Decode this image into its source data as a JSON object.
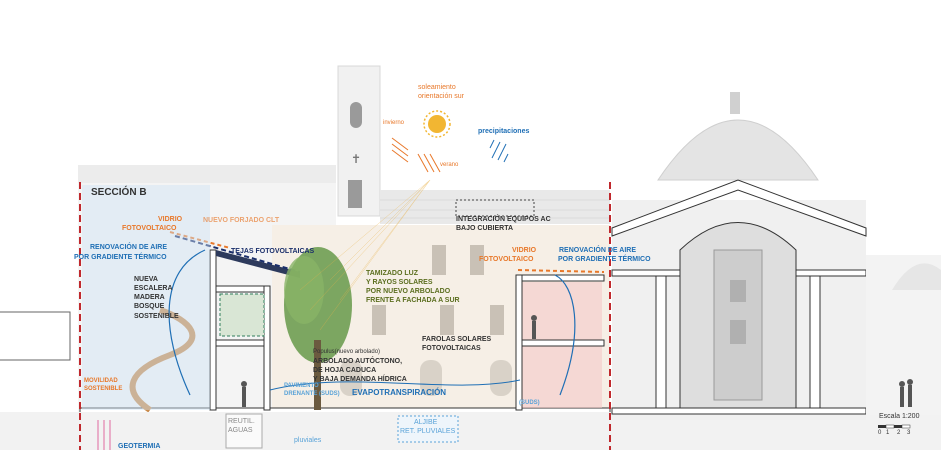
{
  "section_title": "SECCIÓN B",
  "sun": {
    "soleamiento": "soleamiento",
    "orientacion": "orientación sur",
    "invierno": "invierno",
    "verano": "verano",
    "precipitaciones": "precipitaciones"
  },
  "labels": {
    "vidrio_left_1": "VIDRIO",
    "vidrio_left_2": "FOTOVOLTAICO",
    "nuevo_forjado": "NUEVO FORJADO CLT",
    "renov_left_1": "RENOVACIÓN DE AIRE",
    "renov_left_2": "POR GRADIENTE TÉRMICO",
    "tejas": "TEJAS FOTOVOLTAICAS",
    "escalera_1": "NUEVA",
    "escalera_2": "ESCALERA",
    "escalera_3": "MADERA",
    "escalera_4": "BOSQUE",
    "escalera_5": "SOSTENIBLE",
    "integracion_1": "INTEGRACIÓN EQUIPOS AC",
    "integracion_2": "BAJO CUBIERTA",
    "tamizado_1": "TAMIZADO LUZ",
    "tamizado_2": "Y RAYOS SOLARES",
    "tamizado_3": "POR NUEVO ARBOLADO",
    "tamizado_4": "FRENTE A FACHADA A SUR",
    "vidrio_right_1": "VIDRIO",
    "vidrio_right_2": "FOTOVOLTAICO",
    "renov_right_1": "RENOVACIÓN DE AIRE",
    "renov_right_2": "POR GRADIENTE TÉRMICO",
    "farolas_1": "FAROLAS SOLARES",
    "farolas_2": "FOTOVOLTAICAS",
    "arbolado_0": "Populus(nuevo arbolado)",
    "arbolado_1": "ARBOLADO AUTÓCTONO,",
    "arbolado_2": "DE HOJA CADUCA",
    "arbolado_3": "Y BAJA DEMANDA HÍDRICA",
    "movilidad_1": "MOVILIDAD",
    "movilidad_2": "SOSTENIBLE",
    "pavimento_1": "PAVIMENTO",
    "pavimento_2": "DRENANTE (SUDS)",
    "pavimento_r": "(SUDS)",
    "evapo": "EVAPOTRANSPIRACIÓN",
    "reutil_1": "REUTIL.",
    "reutil_2": "AGUAS",
    "pluviales": "pluviales",
    "aljibe_1": "ALJIBE",
    "aljibe_2": "RET. PLUVIALES",
    "geotermia": "GEOTERMIA"
  },
  "scale": {
    "title": "Escala 1:200",
    "ticks": [
      "0",
      "1",
      "2",
      "3"
    ]
  },
  "colors": {
    "orange": "#e8782a",
    "blue": "#1f6fb5",
    "navy": "#1b2f6b",
    "green": "#5b6e1f",
    "red_dash": "#c0282d"
  }
}
